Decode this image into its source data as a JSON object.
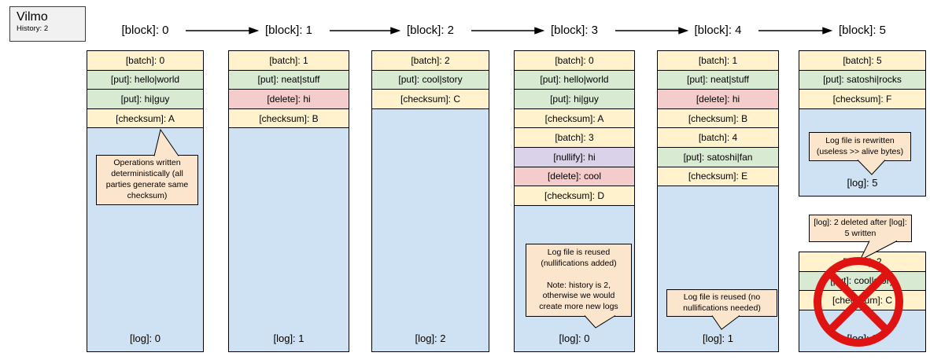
{
  "title": {
    "name": "Vilmo",
    "history": "History: 2"
  },
  "colors": {
    "batch_checksum_fill": "#FFF2CC",
    "put_fill": "#D9EAD3",
    "delete_fill": "#F4CCCC",
    "nullify_fill": "#D9D2E9",
    "log_fill": "#CFE2F3",
    "callout_fill": "#FCE5CD",
    "prohibition_red": "#E01313",
    "border": "#000000"
  },
  "columns": [
    {
      "header": "[block]: 0",
      "rows": [
        {
          "type": "batch",
          "label": "[batch]: 0"
        },
        {
          "type": "put",
          "label": "[put]: hello|world"
        },
        {
          "type": "put",
          "label": "[put]: hi|guy"
        },
        {
          "type": "checksum",
          "label": "[checksum]: A"
        }
      ],
      "log_label": "[log]: 0",
      "callout": "Operations written deterministically (all parties generate same checksum)"
    },
    {
      "header": "[block]: 1",
      "rows": [
        {
          "type": "batch",
          "label": "[batch]: 1"
        },
        {
          "type": "put",
          "label": "[put]: neat|stuff"
        },
        {
          "type": "delete",
          "label": "[delete]: hi"
        },
        {
          "type": "checksum",
          "label": "[checksum]: B"
        }
      ],
      "log_label": "[log]: 1"
    },
    {
      "header": "[block]: 2",
      "rows": [
        {
          "type": "batch",
          "label": "[batch]: 2"
        },
        {
          "type": "put",
          "label": "[put]: cool|story"
        },
        {
          "type": "checksum",
          "label": "[checksum]: C"
        }
      ],
      "log_label": "[log]: 2"
    },
    {
      "header": "[block]: 3",
      "rows": [
        {
          "type": "batch",
          "label": "[batch]: 0"
        },
        {
          "type": "put",
          "label": "[put]: hello|world"
        },
        {
          "type": "put",
          "label": "[put]: hi|guy"
        },
        {
          "type": "checksum",
          "label": "[checksum]: A"
        },
        {
          "type": "batch",
          "label": "[batch]: 3"
        },
        {
          "type": "nullify",
          "label": "[nullify]: hi"
        },
        {
          "type": "delete",
          "label": "[delete]: cool"
        },
        {
          "type": "checksum",
          "label": "[checksum]: D"
        }
      ],
      "log_label": "[log]: 0",
      "callout": "Log file is reused (nullifications added)\n\nNote: history is 2, otherwise we would create more new logs"
    },
    {
      "header": "[block]: 4",
      "rows": [
        {
          "type": "batch",
          "label": "[batch]: 1"
        },
        {
          "type": "put",
          "label": "[put]: neat|stuff"
        },
        {
          "type": "delete",
          "label": "[delete]: hi"
        },
        {
          "type": "checksum",
          "label": "[checksum]: B"
        },
        {
          "type": "batch",
          "label": "[batch]: 4"
        },
        {
          "type": "put",
          "label": "[put]: satoshi|fan"
        },
        {
          "type": "checksum",
          "label": "[checksum]: E"
        }
      ],
      "log_label": "[log]: 1",
      "callout": "Log file is reused (no nullifications needed)"
    },
    {
      "header": "[block]: 5",
      "rows": [
        {
          "type": "batch",
          "label": "[batch]: 5"
        },
        {
          "type": "put",
          "label": "[put]: satoshi|rocks"
        },
        {
          "type": "checksum",
          "label": "[checksum]: F"
        }
      ],
      "log_label": "[log]: 5",
      "callout": "Log file is rewritten (useless >> alive bytes)",
      "deleted_stack": {
        "callout": "[log]: 2 deleted after [log]: 5 written",
        "rows": [
          {
            "type": "batch",
            "label": "[batch]: 2"
          },
          {
            "type": "put",
            "label": "[put]: cool|story"
          },
          {
            "type": "checksum",
            "label": "[checksum]: C"
          }
        ],
        "log_label": "[log]: 2"
      }
    }
  ]
}
